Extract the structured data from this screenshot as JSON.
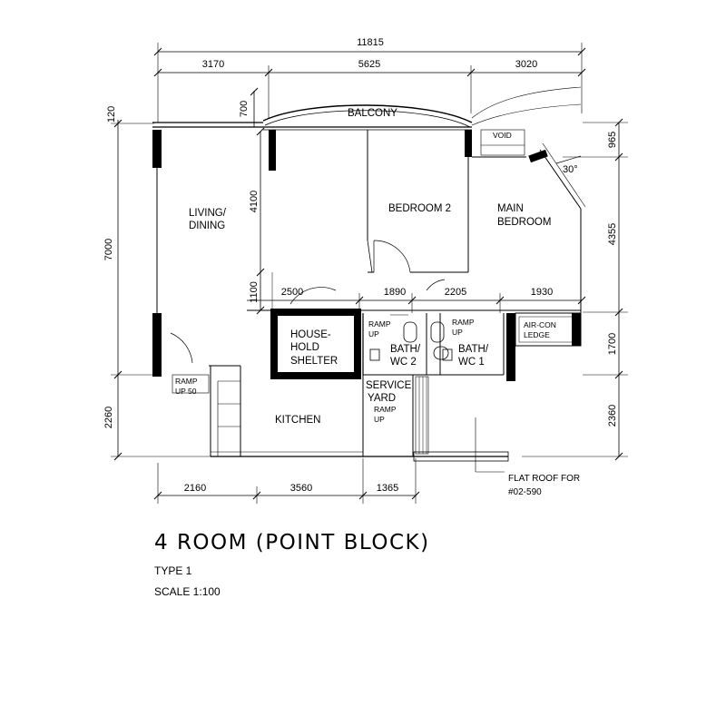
{
  "title": "4 ROOM (POINT BLOCK)",
  "type": "TYPE 1",
  "scale": "SCALE 1:100",
  "dimensions": {
    "overall": "11815",
    "top_left": "3170",
    "top_middle": "5625",
    "top_right": "3020",
    "left_top": "120",
    "left_middle": "7000",
    "left_bottom": "2260",
    "balcony_depth": "700",
    "right_1": "965",
    "right_2": "4355",
    "right_3": "1700",
    "right_4": "2360",
    "inner_v1": "4100",
    "inner_v2": "1100",
    "mid_1": "2500",
    "mid_2": "1890",
    "mid_3": "2205",
    "mid_4": "1930",
    "bottom_1": "2160",
    "bottom_2": "3560",
    "bottom_3": "1365",
    "angle": "30°"
  },
  "rooms": {
    "balcony": "BALCONY",
    "void": "VOID",
    "living_1": "LIVING/",
    "living_2": "DINING",
    "bedroom2": "BEDROOM 2",
    "main_bed_1": "MAIN",
    "main_bed_2": "BEDROOM",
    "shelter_1": "HOUSE-",
    "shelter_2": "HOLD",
    "shelter_3": "SHELTER",
    "bath2_1": "BATH/",
    "bath2_2": "WC 2",
    "bath1_1": "BATH/",
    "bath1_2": "WC 1",
    "aircon_1": "AIR-CON",
    "aircon_2": "LEDGE",
    "service_1": "SERVICE",
    "service_2": "YARD",
    "kitchen": "KITCHEN",
    "flat_roof_1": "FLAT ROOF FOR",
    "flat_roof_2": "#02-590"
  },
  "ramps": {
    "ramp": "RAMP",
    "up": "UP",
    "up_50": "UP 50"
  }
}
